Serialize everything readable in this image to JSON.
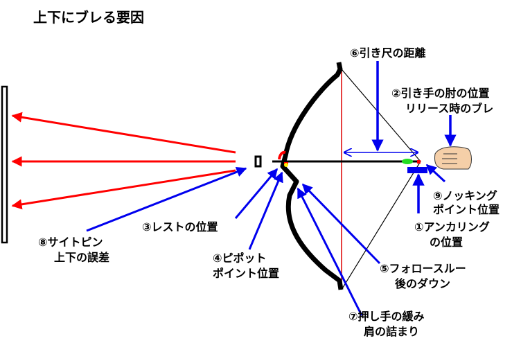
{
  "title": "上下にブレる要因",
  "labels": {
    "draw_length": "⑥引き尺の距離",
    "elbow_1": "②引き手の肘の位置",
    "elbow_2": "リリース時のブレ",
    "nock_1": "⑨ノッキング",
    "nock_2": "ポイント位置",
    "anchor_1": "①アンカリング",
    "anchor_2": "の位置",
    "follow_1": "⑤フォロースルー",
    "follow_2": "後のダウン",
    "push_1": "⑦押し手の緩み",
    "push_2": "肩の詰まり",
    "pivot_1": "④ピポット",
    "pivot_2": "ポイント位置",
    "rest": "③レストの位置",
    "sight_1": "⑧サイトピン",
    "sight_2": "上下の誤差"
  },
  "colors": {
    "arrow_red": "#ff0000",
    "pointer_blue": "#0000ee",
    "bow_black": "#000000",
    "nock_green": "#22dd22"
  }
}
